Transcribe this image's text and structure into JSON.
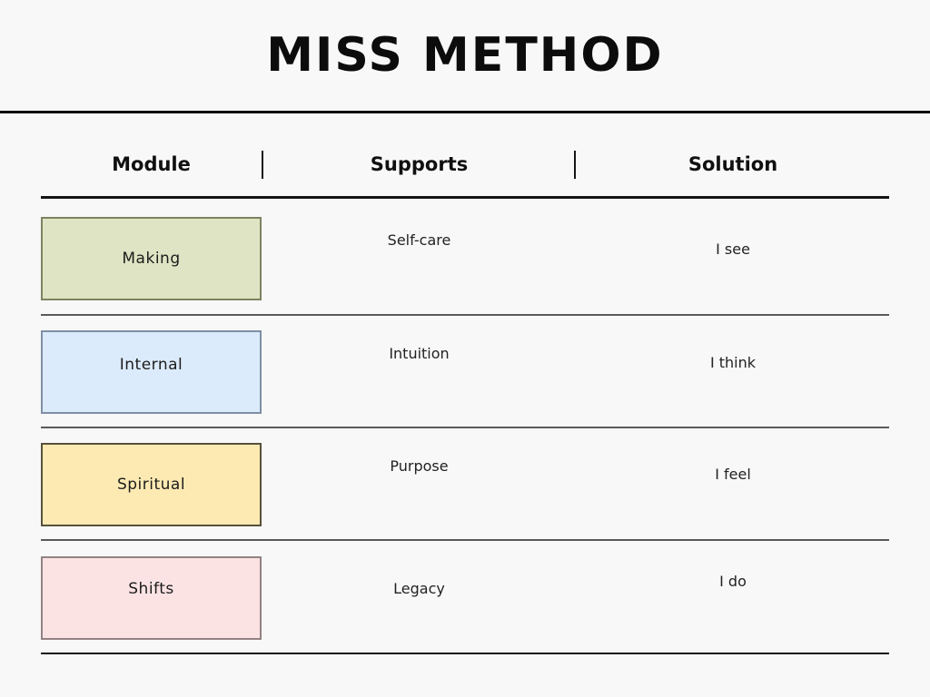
{
  "title": "MISS METHOD",
  "background_color": "#f8f8f8",
  "line_color": "#141414",
  "table": {
    "columns": [
      {
        "label": "Module"
      },
      {
        "label": "Supports"
      },
      {
        "label": "Solution"
      }
    ],
    "rows": [
      {
        "module": "Making",
        "supports": "Self-care",
        "solution": "I see",
        "fill": "#dfe5c4",
        "border": "#7e8260",
        "box_style": "background:#dfe5c4;border-color:#7e8260"
      },
      {
        "module": "Internal",
        "supports": "Intuition",
        "solution": "I think",
        "fill": "#dcebfb",
        "border": "#7e8ea6",
        "box_style": "background:#dcebfb;border-color:#7e8ea6"
      },
      {
        "module": "Spiritual",
        "supports": "Purpose",
        "solution": "I feel",
        "fill": "#fdeab3",
        "border": "#57513b",
        "box_style": "background:#fdeab3;border-color:#57513b"
      },
      {
        "module": "Shifts",
        "supports": "Legacy",
        "solution": "I do",
        "fill": "#fbe3e4",
        "border": "#938282",
        "box_style": "background:#fbe3e4;border-color:#938282"
      }
    ]
  }
}
